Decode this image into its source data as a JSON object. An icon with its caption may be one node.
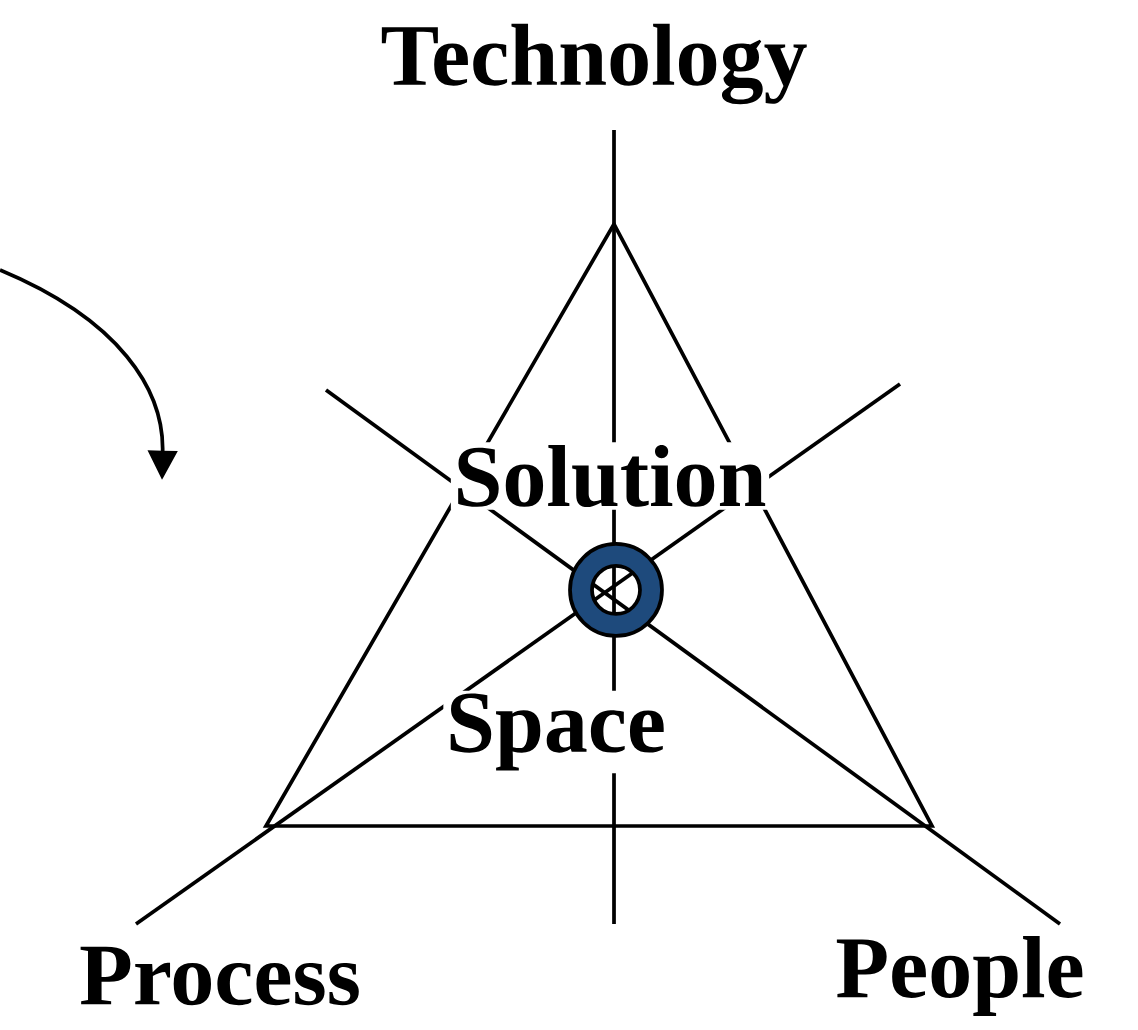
{
  "diagram": {
    "labels": [
      "Technology",
      "Solution",
      "Space",
      "Process",
      "People"
    ]
  }
}
